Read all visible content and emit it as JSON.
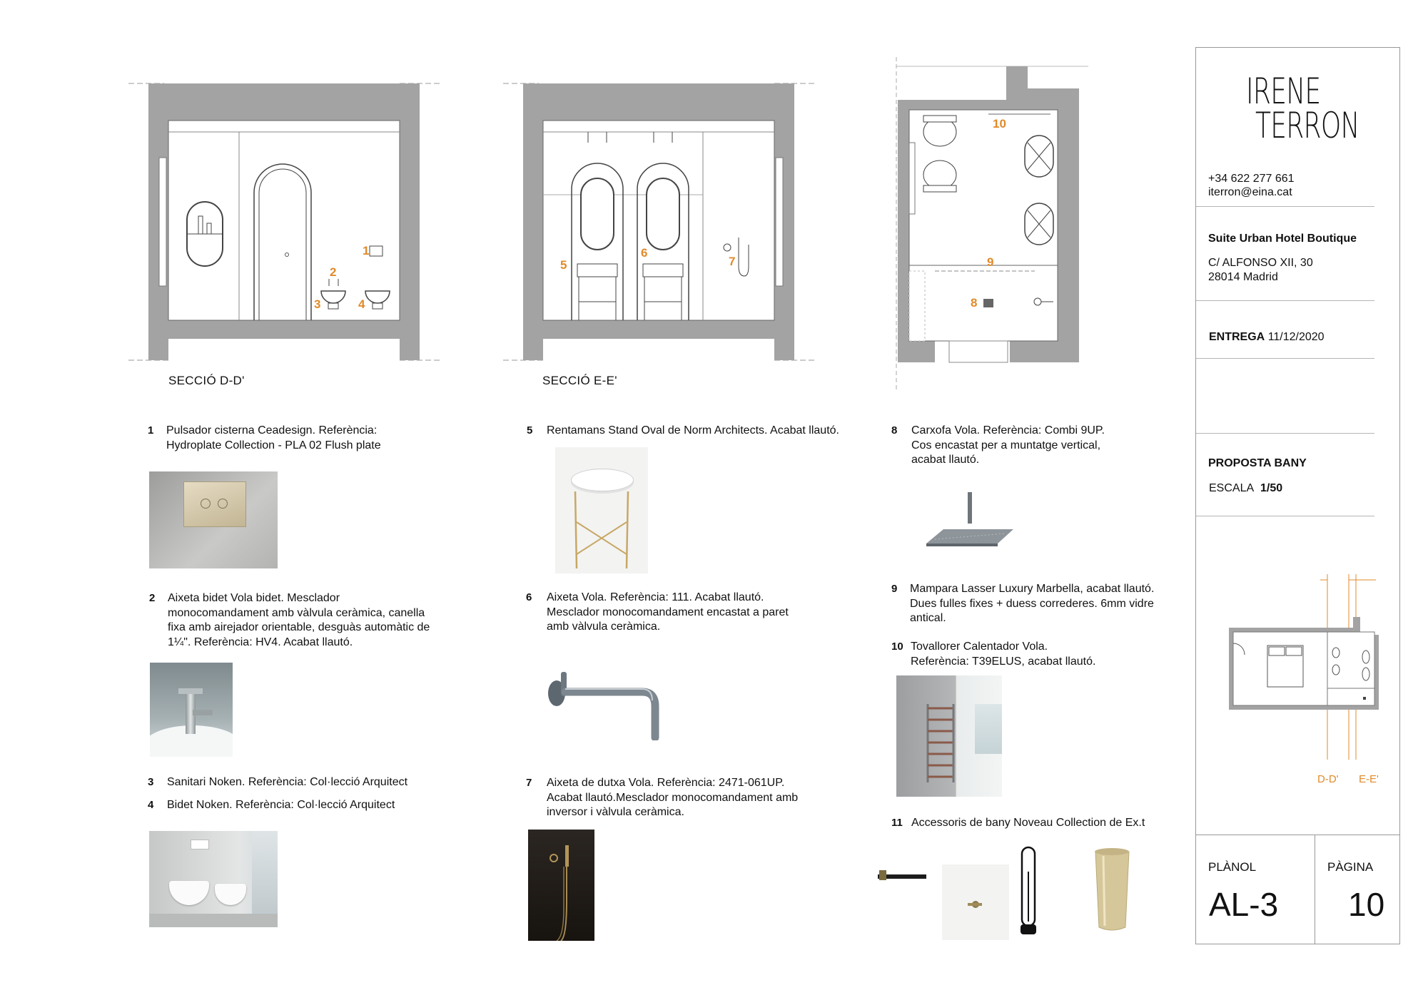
{
  "sections": {
    "dd_label": "SECCIÓ D-D'",
    "ee_label": "SECCIÓ E-E'"
  },
  "markers": {
    "m1": "1",
    "m2": "2",
    "m3": "3",
    "m4": "4",
    "m5": "5",
    "m6": "6",
    "m7": "7",
    "m8": "8",
    "m9": "9",
    "m10": "10"
  },
  "notes": [
    {
      "num": "1",
      "text": "Pulsador cisterna Ceadesign. Referència:\nHydroplate Collection -  PLA 02 Flush plate"
    },
    {
      "num": "2",
      "text": "Aixeta bidet Vola bidet. Mesclador\nmonocomandament amb vàlvula ceràmica, canella\nfixa amb airejador orientable, desguàs automàtic de\n1¼\". Referència:  HV4. Acabat llautó."
    },
    {
      "num": "3",
      "text": "Sanitari Noken. Referència: Col·lecció Arquitect"
    },
    {
      "num": "4",
      "text": "Bidet Noken. Referència: Col·lecció Arquitect"
    },
    {
      "num": "5",
      "text": "Rentamans Stand Oval de Norm Architects. Acabat llautó."
    },
    {
      "num": "6",
      "text": "Aixeta Vola. Referència: 111. Acabat llautó.\nMesclador monocomandament encastat a paret\namb vàlvula ceràmica."
    },
    {
      "num": "7",
      "text": "Aixeta de dutxa Vola. Referència: 2471-061UP.\nAcabat llautó.Mesclador monocomandament amb\ninversor i vàlvula ceràmica."
    },
    {
      "num": "8",
      "text": "Carxofa Vola. Referència: Combi 9UP.\nCos encastat per a muntatge vertical,\n acabat llautó."
    },
    {
      "num": "9",
      "text": "Mampara Lasser Luxury Marbella, acabat llautó.\nDues fulles fixes + duess correderes. 6mm vidre\nantical."
    },
    {
      "num": "10",
      "text": "Tovallorer Calentador Vola.\nReferència: T39ELUS, acabat llautó."
    },
    {
      "num": "11",
      "text": "Accessoris de bany Noveau Collection de  Ex.t"
    }
  ],
  "titleblock": {
    "logo_line1": "IRENE",
    "logo_line2": "TERRON",
    "phone": "+34 622 277 661",
    "email": "iterron@eina.cat",
    "project": "Suite Urban Hotel Boutique",
    "address1": "C/ ALFONSO XII, 30",
    "address2": "28014 Madrid",
    "delivery_label": "ENTREGA",
    "delivery_date": "11/12/2020",
    "proposal": "PROPOSTA BANY",
    "scale_label": "ESCALA",
    "scale_value": "1/50",
    "key_dd": "D-D'",
    "key_ee": "E-E'",
    "plan_label": "PLÀNOL",
    "plan_value": "AL-3",
    "page_label": "PÀGINA",
    "page_value": "10"
  },
  "colors": {
    "wall": "#a3a3a3",
    "accent": "#e08a2a",
    "brass": "#c8b98f"
  }
}
